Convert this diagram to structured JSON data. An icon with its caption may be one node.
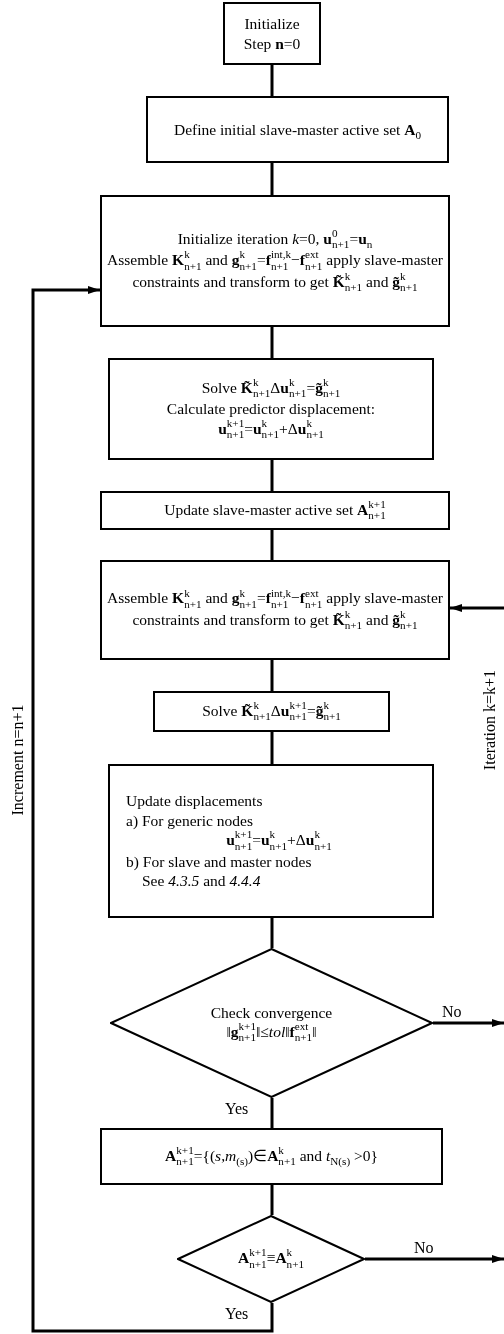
{
  "diagram": {
    "nodes": [
      {
        "text": [
          "Initialize Step **n**=0"
        ]
      },
      {
        "text": [
          "Define initial slave-master active set **A**$_{0}$"
        ]
      },
      {
        "text": [
          "Initialize iteration *k*=0, **u**$^{0}$$_{n+1}$=**u**$_{n}$",
          "Assemble **K**$^{k}$$_{n+1}$ and **g**$^{k}$$_{n+1}$=**f**$^{int,k}$$_{n+1}$−**f**$^{ext}$$_{n+1}$ apply slave-master constraints and transform to get **K̃**$^{k}$$_{n+1}$ and **g̃**$^{k}$$_{n+1}$"
        ]
      },
      {
        "text": [
          "Solve **K̃**$^{k}$$_{n+1}$Δ**u**$^{k}$$_{n+1}$=**g̃**$^{k}$$_{n+1}$",
          "Calculate predictor displacement:",
          "**u**$^{k+1}$$_{n+1}$=**u**$^{k}$$_{n+1}$+Δ**u**$^{k}$$_{n+1}$"
        ]
      },
      {
        "text": [
          "Update slave-master active set **A**$^{k+1}$$_{n+1}$"
        ]
      },
      {
        "text": [
          "Assemble **K**$^{k}$$_{n+1}$ and **g**$^{k}$$_{n+1}$=**f**$^{int,k}$$_{n+1}$−**f**$^{ext}$$_{n+1}$ apply slave-master constraints and transform to get **K̃**$^{k}$$_{n+1}$ and **g̃**$^{k}$$_{n+1}$"
        ]
      },
      {
        "text": [
          "Solve **K̃**$^{k}$$_{n+1}$Δ**u**$^{k+1}$$_{n+1}$=**g̃**$^{k}$$_{n+1}$"
        ]
      },
      {
        "text": [
          "Update displacements",
          "a) For generic nodes",
          "**u**$^{k+1}$$_{n+1}$=**u**$^{k}$$_{n+1}$+Δ**u**$^{k}$$_{n+1}$",
          "b) For slave and master nodes",
          "See *4.3.5* and *4.4.4*"
        ]
      },
      {
        "text": [
          "Check convergence",
          "‖**g**$^{k+1}$$_{n+1}$‖≤*tol*‖**f**$^{ext}$$_{n+1}$‖"
        ]
      },
      {
        "text": [
          "**A**$^{k+1}$$_{n+1}$={(*s*,*m*$_{(s)}$)∈**A**$^{k}$$_{n+1}$ and *t*$_{N(s)}$ >0}"
        ]
      },
      {
        "text": [
          "**A**$^{k+1}$$_{n+1}$≡**A**$^{k}$$_{n+1}$"
        ]
      }
    ],
    "edges": [
      {
        "from": 0,
        "to": 1,
        "arrow": "none"
      },
      {
        "from": 1,
        "to": 2,
        "arrow": "none"
      },
      {
        "from": 2,
        "to": 3,
        "arrow": "none"
      },
      {
        "from": 3,
        "to": 4,
        "arrow": "none"
      },
      {
        "from": 4,
        "to": 5,
        "arrow": "none"
      },
      {
        "from": 5,
        "to": 6,
        "arrow": "none"
      },
      {
        "from": 6,
        "to": 7,
        "arrow": "none"
      },
      {
        "from": 7,
        "to": 8,
        "arrow": "none"
      },
      {
        "from": 8,
        "to": 9,
        "label": "Yes",
        "arrow": "none"
      },
      {
        "from": 9,
        "to": 10,
        "arrow": "none"
      },
      {
        "from": 10,
        "to": 2,
        "label": "Yes",
        "arrow": "to"
      },
      {
        "from": 8,
        "to": null,
        "label": "No",
        "arrow": "to"
      },
      {
        "from": 10,
        "to": null,
        "label": "No",
        "arrow": "to"
      },
      {
        "from": null,
        "to": 5,
        "arrow": "to"
      }
    ],
    "labels": [
      "Increment n=n+1",
      "Iteration k=k+1"
    ]
  }
}
